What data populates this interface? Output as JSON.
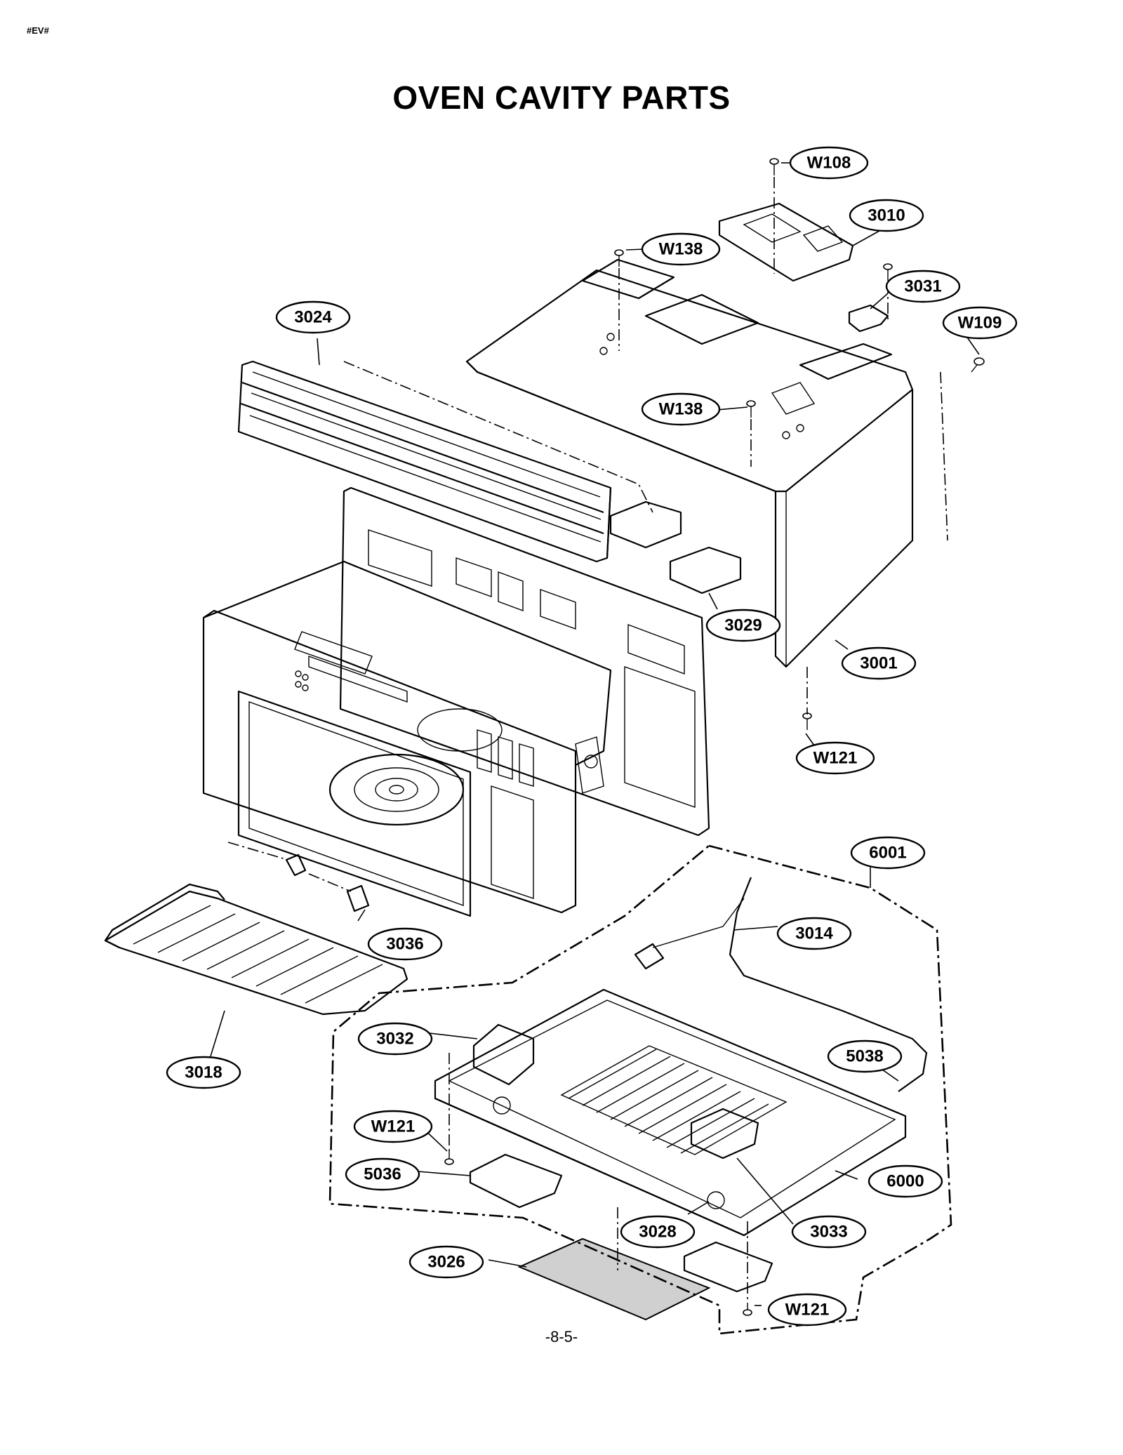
{
  "header": {
    "corner_mark": "#EV#",
    "title": "OVEN CAVITY PARTS"
  },
  "footer": {
    "page_number": "-8-5-"
  },
  "callouts": {
    "w108": "W108",
    "p3010": "3010",
    "w138_top": "W138",
    "p3031": "3031",
    "p3024": "3024",
    "w109": "W109",
    "w138_mid": "W138",
    "p3029": "3029",
    "p3001": "3001",
    "w121_cab": "W121",
    "p6001": "6001",
    "p3014": "3014",
    "p3036": "3036",
    "p3032": "3032",
    "p5038": "5038",
    "p3018": "3018",
    "w121_left": "W121",
    "p5036": "5036",
    "p6000": "6000",
    "p3028": "3028",
    "p3033": "3033",
    "p3026": "3026",
    "w121_bottom": "W121"
  }
}
